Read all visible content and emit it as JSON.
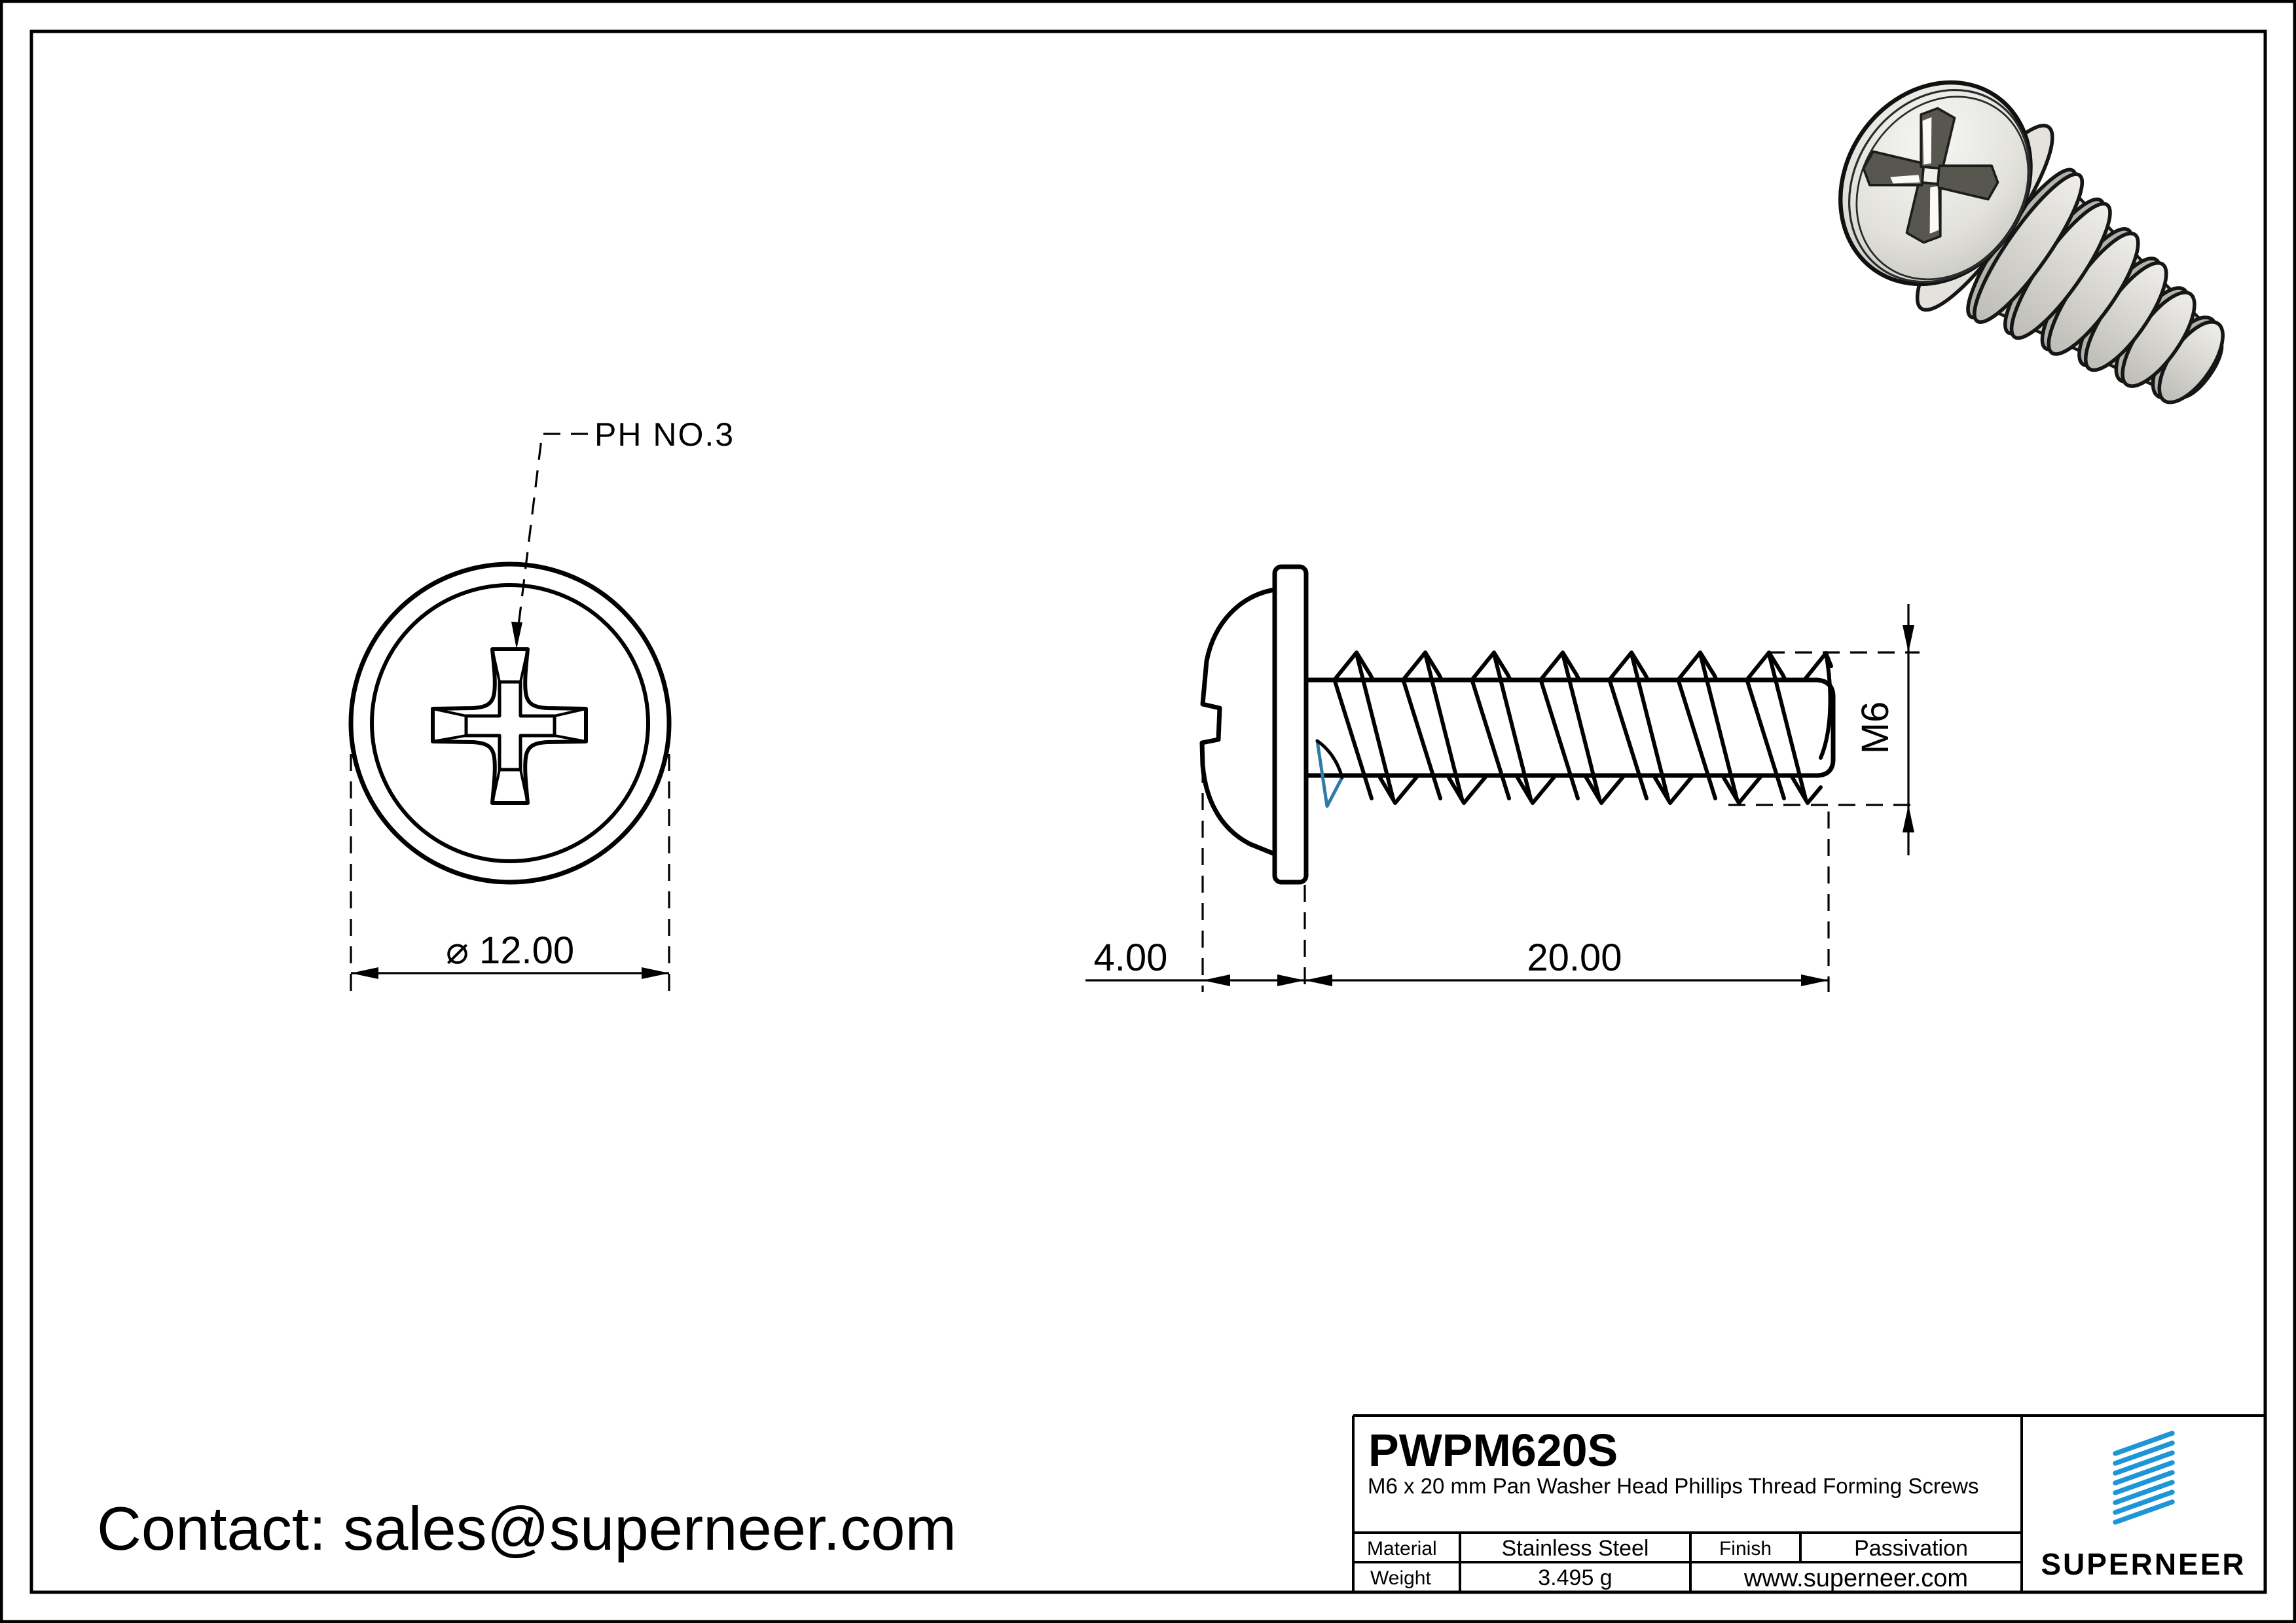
{
  "page": {
    "contact": "Contact: sales@superneer.com"
  },
  "views": {
    "front": {
      "recess_label": "PH NO.3",
      "diameter_dim": "⌀ 12.00"
    },
    "side": {
      "head_thickness_dim": "4.00",
      "length_dim": "20.00",
      "thread_dim": "M6"
    }
  },
  "title_block": {
    "part_number": "PWPM620S",
    "description": "M6 x 20 mm Pan Washer Head Phillips Thread Forming Screws",
    "material_label": "Material",
    "material_value": "Stainless Steel",
    "finish_label": "Finish",
    "finish_value": "Passivation",
    "weight_label": "Weight",
    "weight_value": "3.495 g",
    "website": "www.superneer.com",
    "brand_name": "SUPERNEER"
  },
  "colors": {
    "brand_blue": "#1E96D6",
    "link_blue": "#1E86D6",
    "thread_accent": "#2E7BA6",
    "line_black": "#000000"
  }
}
